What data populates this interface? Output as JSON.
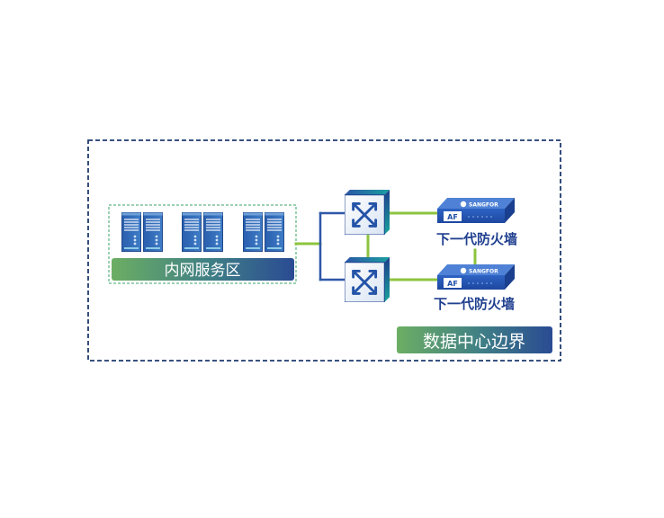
{
  "diagram": {
    "datacenter_label": "数据中心边界",
    "intranet_label": "内网服务区",
    "firewall_top_label": "下一代防火墙",
    "firewall_bottom_label": "下一代防火墙",
    "firewall_badge": "AF",
    "firewall_brand": "SANGFOR",
    "server_count": 3,
    "switch_count": 2,
    "firewall_count": 2,
    "icons": [
      "server-rack-icon",
      "switch-icon",
      "firewall-appliance-icon"
    ]
  },
  "colors": {
    "border": "#1f3a6e",
    "intranet_border": "#3aa36a",
    "pill_start": "#6cae63",
    "pill_end": "#2a4b93",
    "link_green": "#8cc43f",
    "link_blue": "#2e57a8",
    "switch_teal": "#18a39a",
    "switch_navy": "#1d3f8c",
    "firewall_blue": "#2456b8",
    "server_blue": "#2f66b3"
  }
}
